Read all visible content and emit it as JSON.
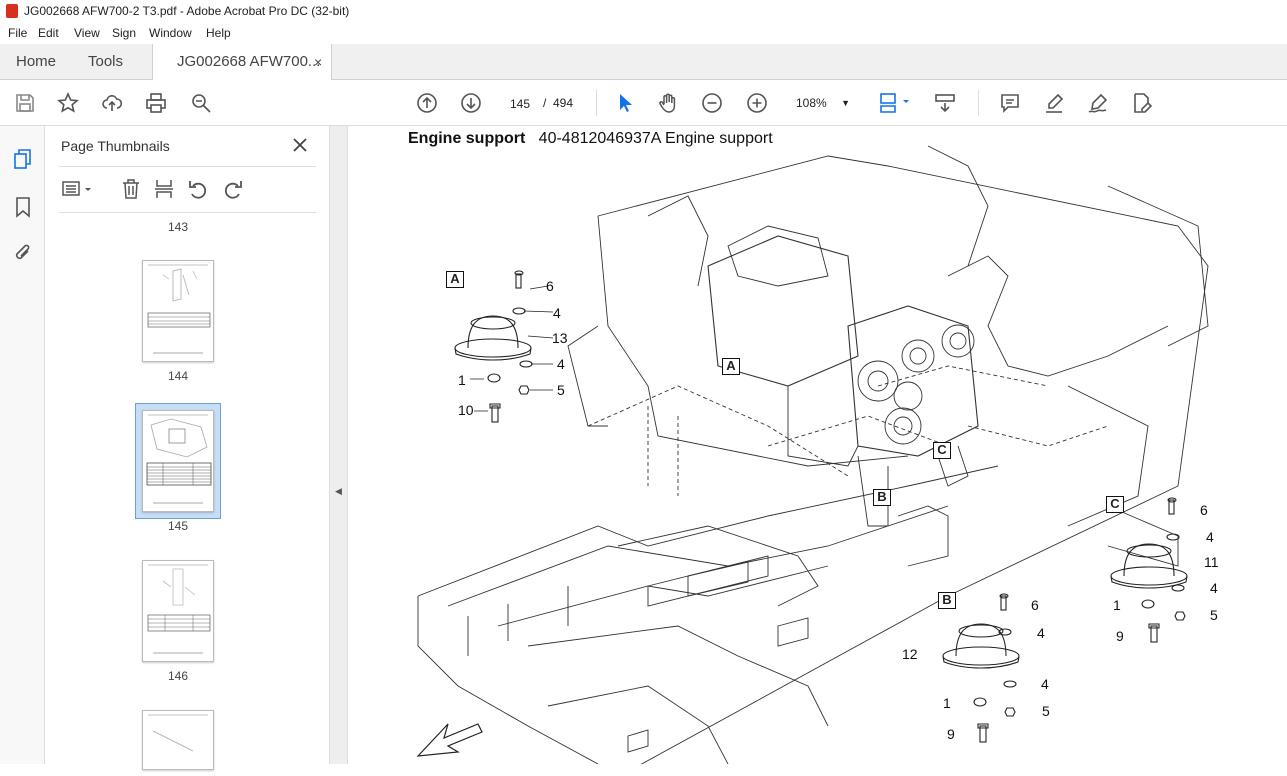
{
  "window": {
    "title": "JG002668 AFW700-2 T3.pdf - Adobe Acrobat Pro DC (32-bit)"
  },
  "menu": [
    "File",
    "Edit",
    "View",
    "Sign",
    "Window",
    "Help"
  ],
  "tabs": {
    "home": "Home",
    "tools": "Tools",
    "doc": "JG002668 AFW700...",
    "close": "×"
  },
  "toolbar": {
    "page_current": "145",
    "page_sep": "/",
    "page_total": "494",
    "zoom": "108%",
    "zoom_caret": "▼"
  },
  "icons": {
    "save": "save-icon",
    "bookmark_star": "star-icon",
    "upload": "upload-icon",
    "print": "print-icon",
    "find": "zoom-search-icon",
    "prev_page": "arrow-up-circle-icon",
    "next_page": "arrow-down-circle-icon",
    "select": "cursor-arrow-icon",
    "hand": "hand-icon",
    "zoom_out": "zoom-out-icon",
    "zoom_in": "zoom-in-icon",
    "fit": "fit-page-icon",
    "scroll": "scroll-mode-icon",
    "comment": "comment-icon",
    "highlight": "highlight-pen-icon",
    "sign": "sign-icon",
    "edit": "edit-pdf-icon"
  },
  "thumb_panel": {
    "title": "Page Thumbnails",
    "close": "✕",
    "pages": [
      {
        "label": "143"
      },
      {
        "label": "144"
      },
      {
        "label": "145",
        "selected": true
      },
      {
        "label": "146"
      }
    ]
  },
  "document": {
    "heading_bold": "Engine support",
    "heading_rest": "40-4812046937A Engine support",
    "labels": {
      "A_box": "A",
      "A_main": "A",
      "B_box": "B",
      "B_main": "B",
      "C_box": "C",
      "C_main": "C"
    },
    "callouts_a": [
      "6",
      "4",
      "13",
      "4",
      "5",
      "1",
      "10"
    ],
    "callouts_b": [
      "6",
      "4",
      "12",
      "4",
      "1",
      "5",
      "9"
    ],
    "callouts_c": [
      "6",
      "4",
      "11",
      "4",
      "1",
      "5",
      "9"
    ]
  },
  "colors": {
    "accent": "#1473e6",
    "selected_thumb": "#c7dcf5",
    "app_red": "#d7301f"
  }
}
